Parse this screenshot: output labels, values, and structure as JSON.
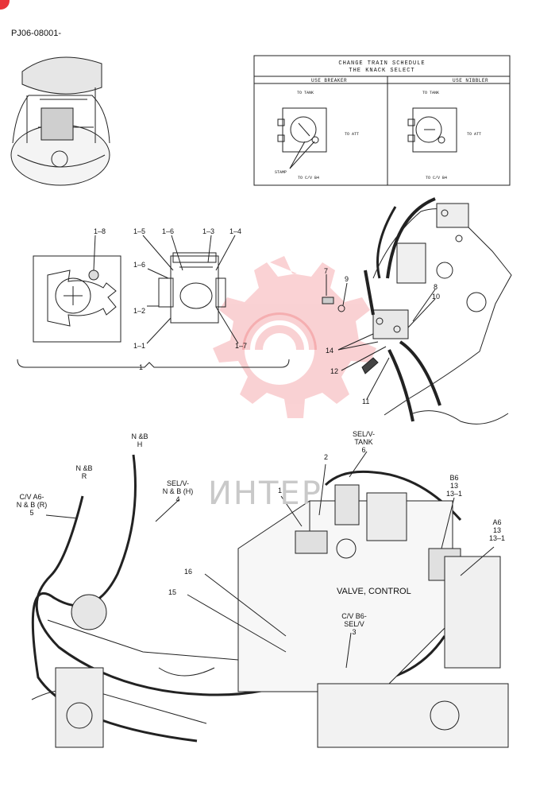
{
  "header": {
    "code": "PJ06-08001-"
  },
  "schedule": {
    "title_line1": "CHANGE TRAIN SCHEDULE",
    "title_line2": "THE KNACK SELECT",
    "col_left": "USE BREAKER",
    "col_right": "USE NIBBLER",
    "left_to_tank": "TO TANK",
    "left_to_att": "TO ATT",
    "left_stamp": "STAMP",
    "left_to_cv": "TO C/V B4",
    "right_to_tank": "TO TANK",
    "right_to_att": "TO ATT",
    "right_to_cv": "TO C/V B4"
  },
  "detail_labels": {
    "l1_8": "1–8",
    "l1_5": "1–5",
    "l1_6a": "1–6",
    "l1_3": "1–3",
    "l1_4": "1–4",
    "l1_6b": "1–6",
    "l1_2": "1–2",
    "l1_1": "1–1",
    "l1_7": "1–7",
    "l1": "1"
  },
  "right_labels": {
    "l7": "7",
    "l9": "9",
    "l8": "8",
    "l10": "10",
    "l14": "14",
    "l12": "12",
    "l11": "11"
  },
  "lower_labels": {
    "nb_h_1": "N &B",
    "nb_h_2": "H",
    "nb_r_1": "N &B",
    "nb_r_2": "R",
    "cv_a6_1": "C/V A6-",
    "cv_a6_2": "N & B (R)",
    "cv_a6_3": "5",
    "selv_nbh_1": "SEL/V-",
    "selv_nbh_2": "N & B (H)",
    "selv_nbh_3": "4",
    "sel_tank_1": "SEL/V-",
    "sel_tank_2": "TANK",
    "sel_tank_3": "6",
    "l2": "2",
    "l1": "1",
    "b6": "B6",
    "b6_13": "13",
    "b6_13_1": "13–1",
    "a6": "A6",
    "a6_13": "13",
    "a6_13_1": "13–1",
    "l16": "16",
    "l15": "15",
    "valve_control": "VALVE, CONTROL",
    "cv_b6_1": "C/V B6-",
    "cv_b6_2": "SEL/V",
    "cv_b6_3": "3"
  },
  "watermark": {
    "text": "ИНТЕР",
    "color": "#e8343a"
  }
}
